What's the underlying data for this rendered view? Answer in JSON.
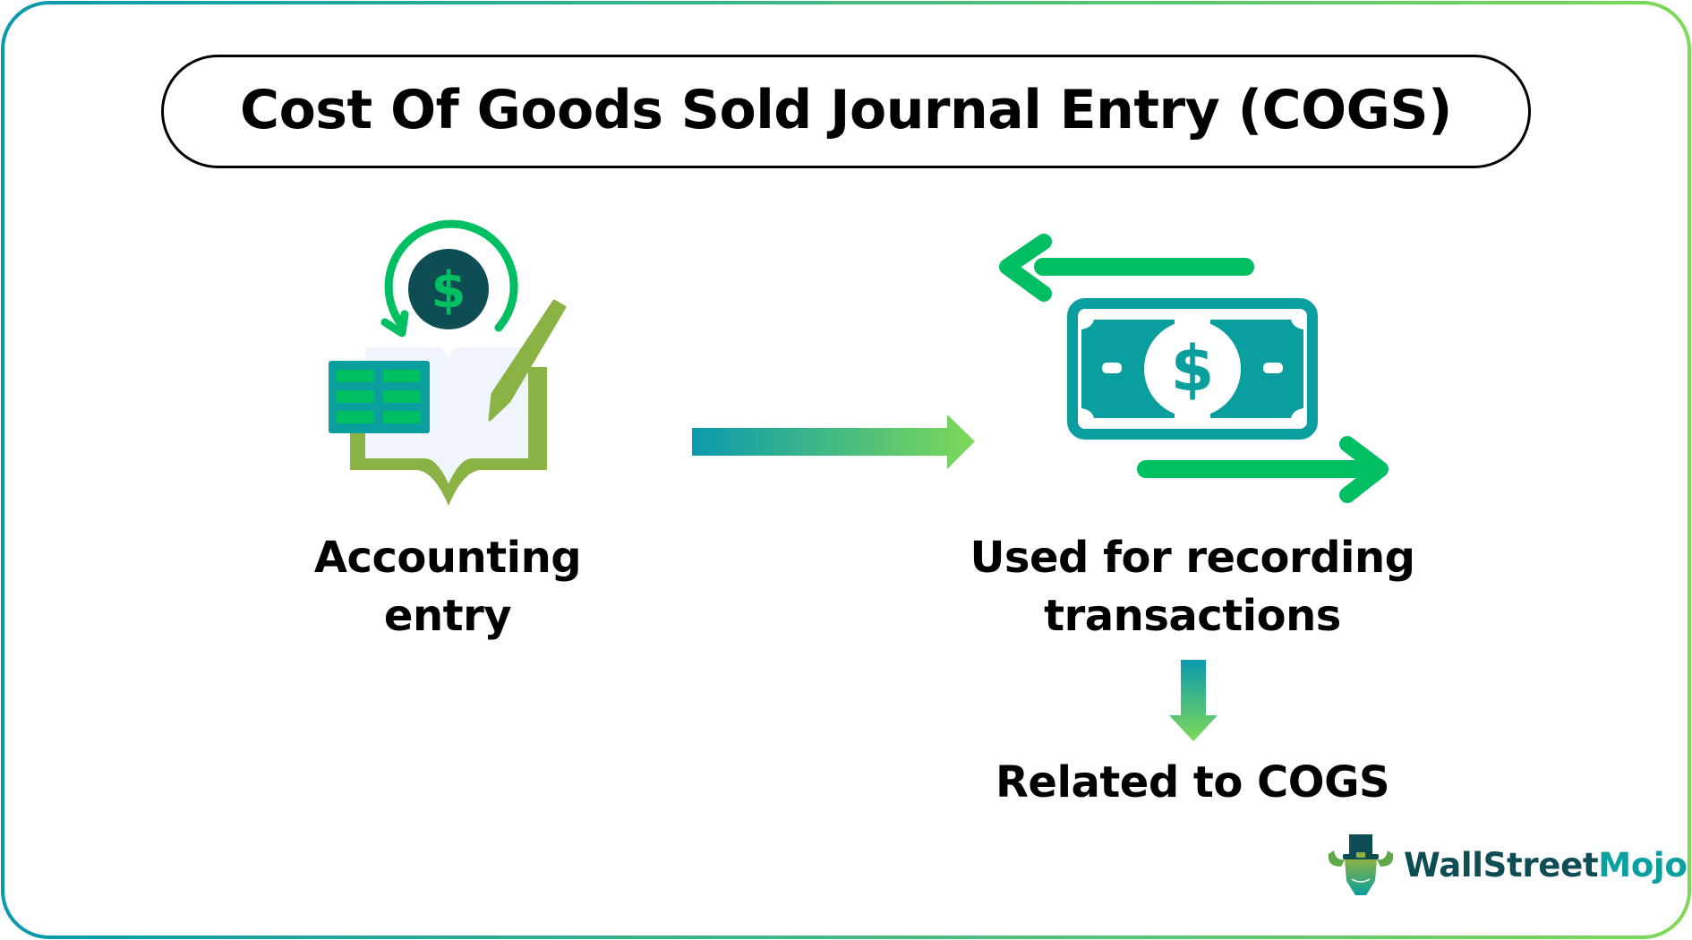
{
  "title": "Cost Of Goods Sold Journal Entry (COGS)",
  "nodes": {
    "accounting_entry": {
      "lines": [
        "Accounting",
        "entry"
      ],
      "icon": "accounting-book-icon"
    },
    "recording_transactions": {
      "lines": [
        "Used for recording",
        "transactions"
      ],
      "icon": "money-exchange-icon"
    },
    "related_cogs": {
      "lines": [
        "Related to COGS"
      ]
    }
  },
  "connectors": [
    {
      "from": "accounting_entry",
      "to": "recording_transactions",
      "direction": "right"
    },
    {
      "from": "recording_transactions",
      "to": "related_cogs",
      "direction": "down"
    }
  ],
  "logo": {
    "part1": "WallStreet",
    "part2": "Mojo"
  },
  "colors": {
    "frame_gradient_start": "#0a9aae",
    "frame_gradient_end": "#7ed957",
    "arrow_gradient_start": "#0a9aae",
    "arrow_gradient_end": "#7ed957",
    "green": "#00bf63",
    "teal": "#0a9e9e",
    "dark_teal": "#0f4d55",
    "olive": "#8ab245",
    "page_bg": "#f0f4fb"
  }
}
